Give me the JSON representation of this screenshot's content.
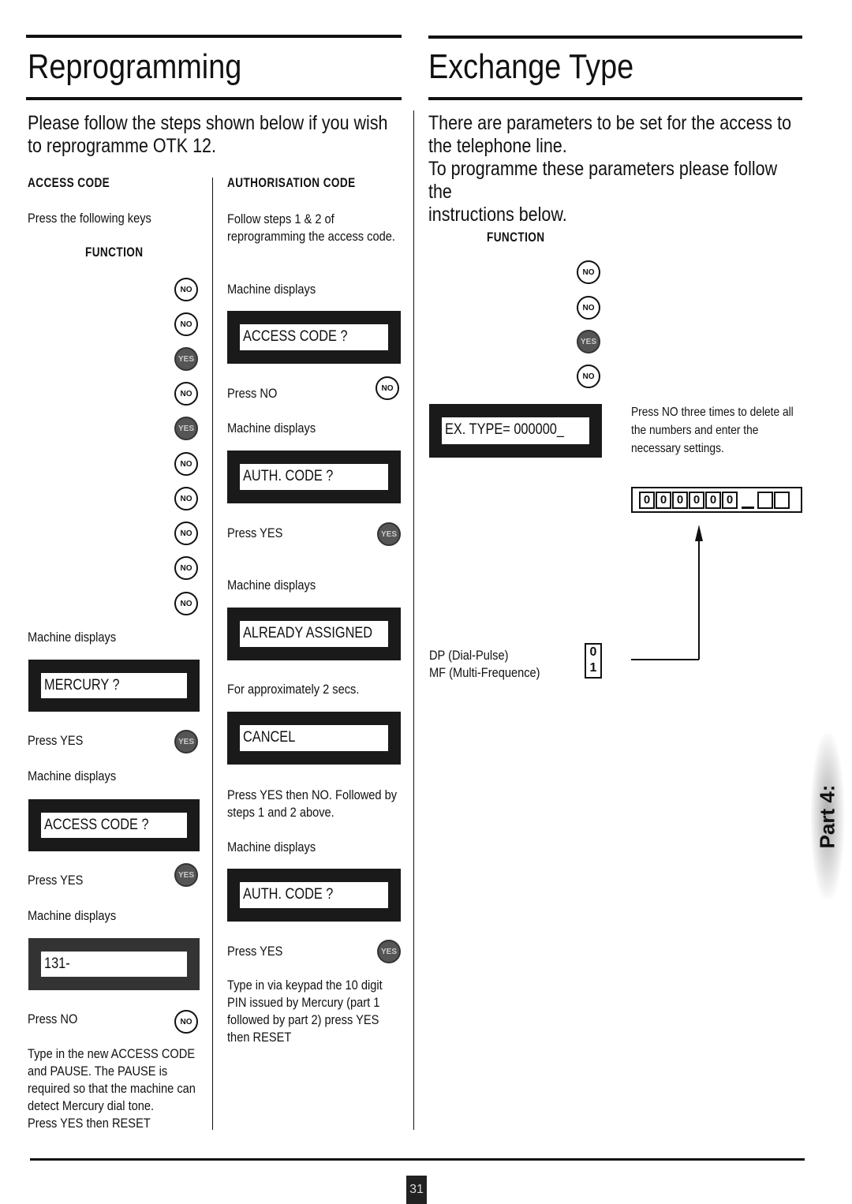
{
  "left": {
    "title": "Reprogramming",
    "intro": "Please follow the steps shown below if you wish\nto reprogramme OTK 12."
  },
  "keys": {
    "no": "NO",
    "yes": "YES"
  },
  "access_code": {
    "heading": "ACCESS CODE",
    "press_keys": "Press the following keys",
    "function": "FUNCTION",
    "machine_displays_1": "Machine displays",
    "display_1": "MERCURY ?",
    "press_yes_1": "Press YES",
    "machine_displays_2": "Machine displays",
    "display_2": "ACCESS CODE ?",
    "press_yes_2": "Press YES",
    "machine_displays_3": "Machine displays",
    "display_3": "131-",
    "press_no": "Press NO",
    "note": "Type in the new ACCESS CODE\nand PAUSE. The PAUSE is\nrequired so that the machine can\ndetect Mercury dial tone.\nPress YES then RESET"
  },
  "authorisation_code": {
    "heading": "AUTHORISATION CODE",
    "follow": "Follow steps 1 & 2 of\nreprogramming the access code.",
    "machine_displays_1": "Machine displays",
    "display_1": "ACCESS CODE ?",
    "press_no": "Press NO",
    "machine_displays_2": "Machine displays",
    "display_2": "AUTH. CODE ?",
    "press_yes_1": "Press YES",
    "machine_displays_3": "Machine displays",
    "display_3": "ALREADY ASSIGNED",
    "approx": "For approximately 2 secs.",
    "display_4": "CANCEL",
    "press_yes_then_no": "Press YES  then NO. Followed by\nsteps 1 and 2 above.",
    "machine_displays_4": "Machine displays",
    "display_5": "AUTH. CODE ?",
    "press_yes_2": "Press YES",
    "note": "Type in via keypad the 10 digit\nPIN issued by Mercury (part 1\nfollowed by part 2) press YES\nthen RESET"
  },
  "right": {
    "title": "Exchange Type",
    "intro": "There are parameters to be set for the access to\nthe telephone line.\nTo programme these parameters please follow the\ninstructions below.",
    "function": "FUNCTION",
    "display": "EX. TYPE= 000000_",
    "press_no_note": "Press NO three times to delete all\nthe numbers and enter the\nnecessary settings.",
    "digits": [
      "0",
      "0",
      "0",
      "0",
      "0",
      "0"
    ],
    "dp": "DP (Dial-Pulse)",
    "mf": "MF (Multi-Frequence)",
    "dp_value": "0",
    "mf_value": "1"
  },
  "side_tab": "Part 4:",
  "page_number": "31"
}
